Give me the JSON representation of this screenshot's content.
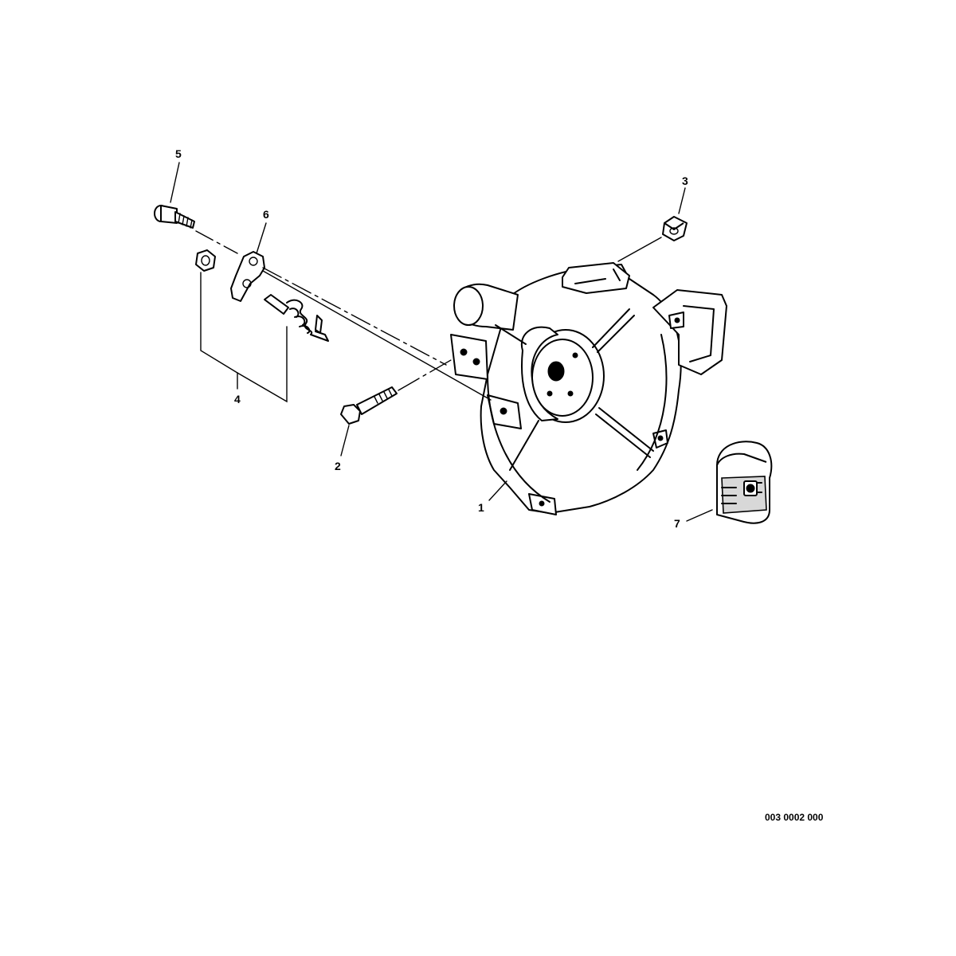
{
  "callouts": {
    "c1": "1",
    "c2": "2",
    "c3": "3",
    "c4": "4",
    "c5": "5",
    "c6": "6",
    "c7": "7"
  },
  "drawing_number": "003 0002 000"
}
